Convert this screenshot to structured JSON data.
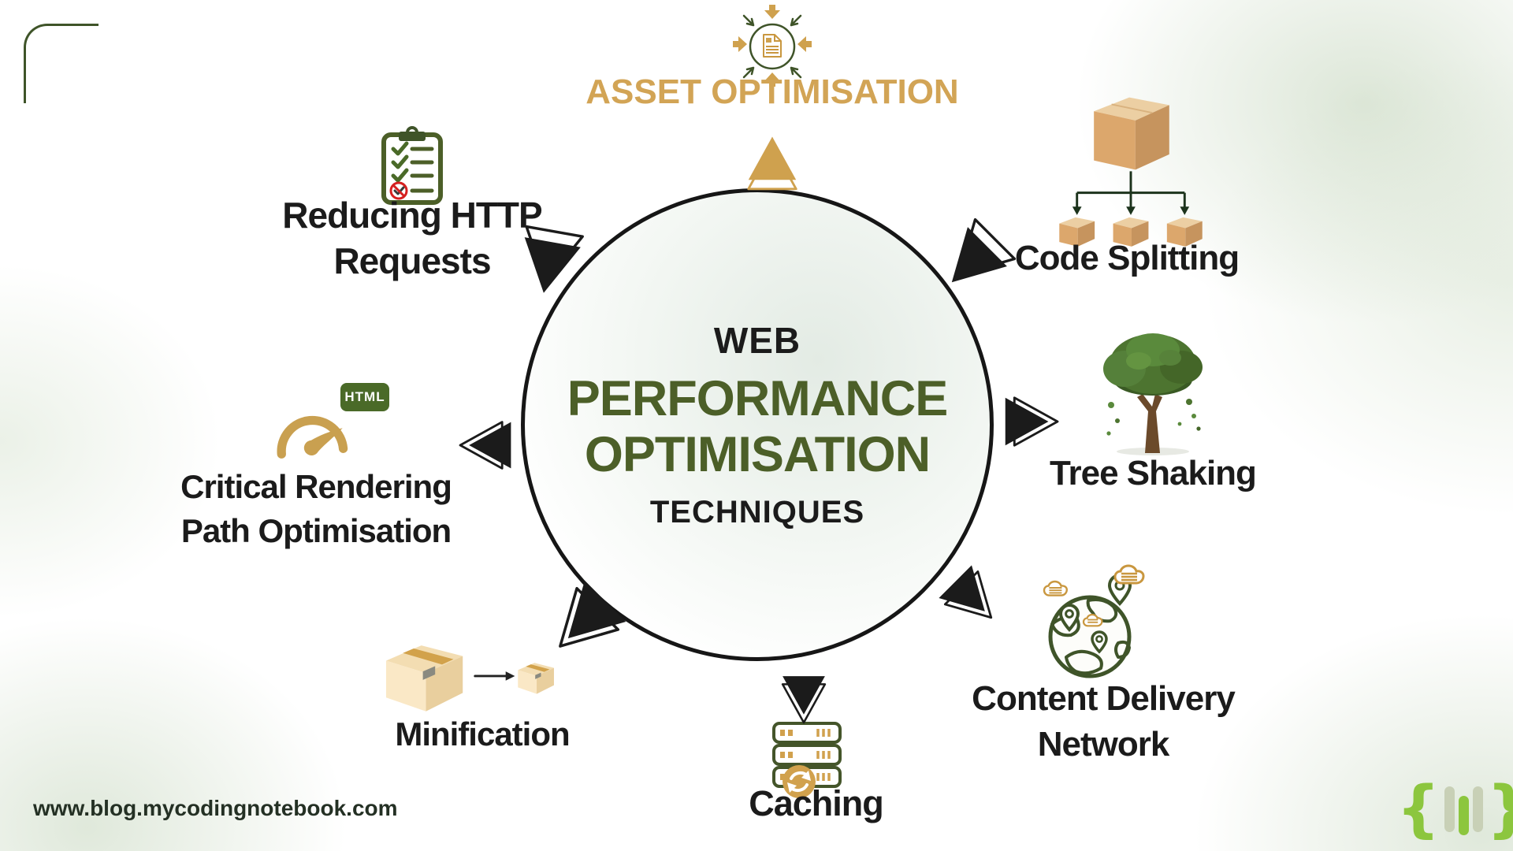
{
  "site": {
    "url": "www.blog.mycodingnotebook.com"
  },
  "center": {
    "line1": "WEB",
    "line2": "PERFORMANCE",
    "line3": "OPTIMISATION",
    "line4": "TECHNIQUES"
  },
  "nodes": {
    "asset_optimisation": {
      "label": "ASSET OPTIMISATION"
    },
    "reducing_http": {
      "line1": "Reducing HTTP",
      "line2": "Requests"
    },
    "code_splitting": {
      "label": "Code Splitting"
    },
    "tree_shaking": {
      "label": "Tree Shaking"
    },
    "content_delivery": {
      "line1": "Content Delivery",
      "line2": "Network"
    },
    "caching": {
      "label": "Caching"
    },
    "minification": {
      "label": "Minification"
    },
    "critical_rendering": {
      "line1": "Critical Rendering",
      "line2": "Path Optimisation",
      "badge": "HTML"
    }
  },
  "icons": {
    "asset_optimisation": "compress-document-icon",
    "reducing_http": "checklist-clipboard-icon",
    "code_splitting": "box-split-into-boxes-icon",
    "tree_shaking": "tree-icon",
    "content_delivery": "globe-pins-cloud-servers-icon",
    "caching": "server-stack-refresh-icon",
    "minification": "big-box-to-small-box-icon",
    "critical_rendering": "speedometer-html-icon",
    "brand": "curly-braces-bars-logo"
  },
  "colors": {
    "gold": "#d2a455",
    "olive_green": "#4c5f28",
    "icon_green": "#3f5429",
    "text_dark": "#1b1b1b",
    "box_tan": "#dca76c",
    "cream_box": "#fae8c6",
    "red": "#d51f1f",
    "logo_green": "#8cc63e"
  }
}
